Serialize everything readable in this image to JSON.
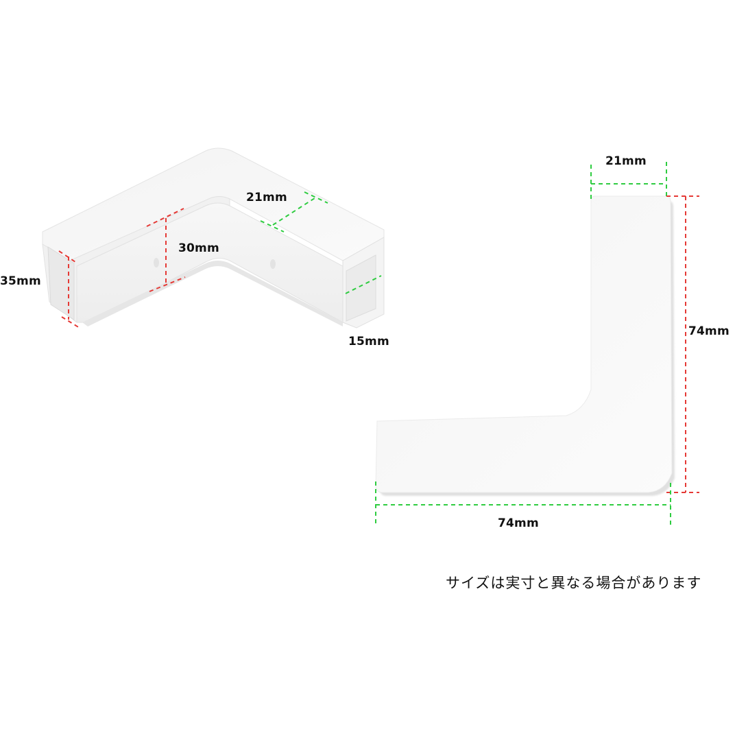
{
  "colors": {
    "background": "#ffffff",
    "dimension_line_red": "#e53935",
    "dimension_line_green": "#2ecc40",
    "part_face": "#f6f6f6",
    "part_shadow": "#e2e2e2",
    "text": "#111111"
  },
  "perspective_view": {
    "labels": {
      "inner_width": "21mm",
      "height": "30mm",
      "outer_height": "35mm",
      "slot_width": "15mm"
    }
  },
  "top_view": {
    "labels": {
      "arm_width": "21mm",
      "vertical_length": "74mm",
      "horizontal_length": "74mm"
    }
  },
  "note": {
    "text": "サイズは実寸と異なる場合があります"
  }
}
